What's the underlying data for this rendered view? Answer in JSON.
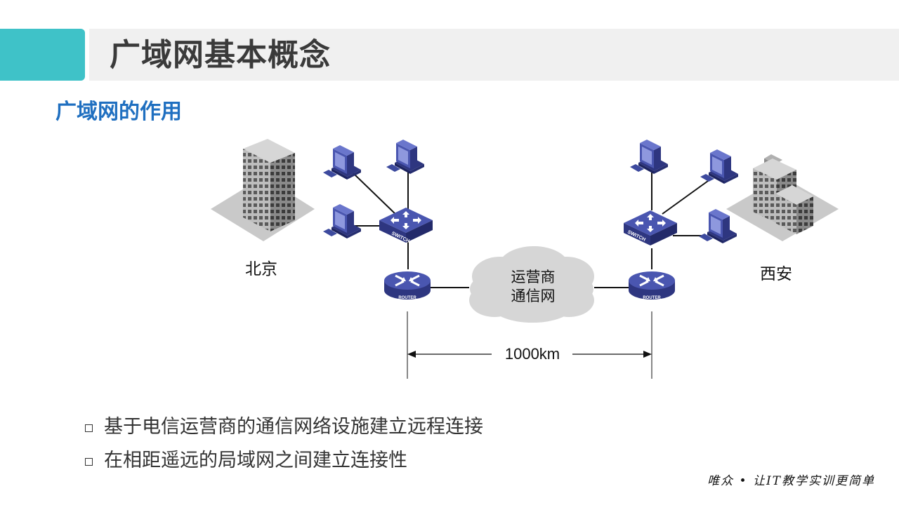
{
  "slide": {
    "title": "广域网基本概念",
    "subheading": "广域网的作用",
    "accent_color": "#3fc2c8",
    "subheading_color": "#1f6fc0"
  },
  "diagram": {
    "site_left_label": "北京",
    "site_right_label": "西安",
    "cloud_label_line1": "运营商",
    "cloud_label_line2": "通信网",
    "distance_label": "1000km",
    "switch_label": "SWITCH",
    "router_label": "ROUTER",
    "device_color": "#3d4a9e"
  },
  "bullets": [
    "基于电信运营商的通信网络设施建立远程连接",
    "在相距遥远的局域网之间建立连接性"
  ],
  "footer": {
    "brand": "唯众 • 让IT教学实训更简单"
  }
}
